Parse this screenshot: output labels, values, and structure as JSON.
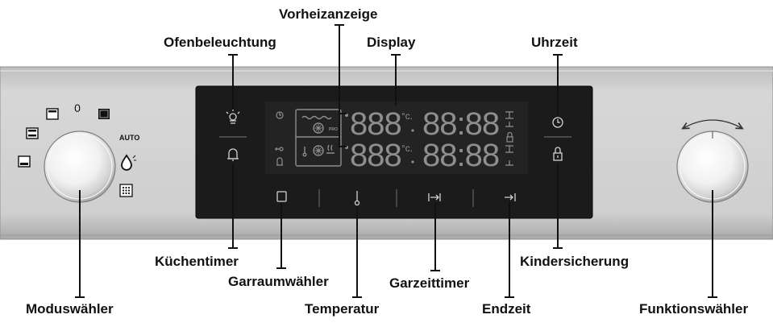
{
  "labels": {
    "vorheizanzeige": "Vorheizanzeige",
    "ofenbeleuchtung": "Ofenbeleuchtung",
    "display": "Display",
    "uhrzeit": "Uhrzeit",
    "kuechentimer": "Küchentimer",
    "garraumwaehler": "Garraumwähler",
    "temperatur": "Temperatur",
    "garzeittimer": "Garzeittimer",
    "endzeit": "Endzeit",
    "kindersicherung": "Kindersicherung",
    "moduswaehler": "Moduswähler",
    "funktionswaehler": "Funktionswähler"
  },
  "mode_dial": {
    "zero_mark": "0",
    "auto_mark": "AUTO"
  },
  "display": {
    "temp_upper": "888",
    "temp_lower": "888",
    "degree_unit": "°c.",
    "time_upper": "88:88",
    "time_lower": "88:88",
    "pro_badge": "PRO"
  },
  "colors": {
    "panel": "#c9c9c9",
    "glass": "#1b1b1b",
    "segment": "#8e8e8e",
    "icon": "#d2d2d2"
  }
}
